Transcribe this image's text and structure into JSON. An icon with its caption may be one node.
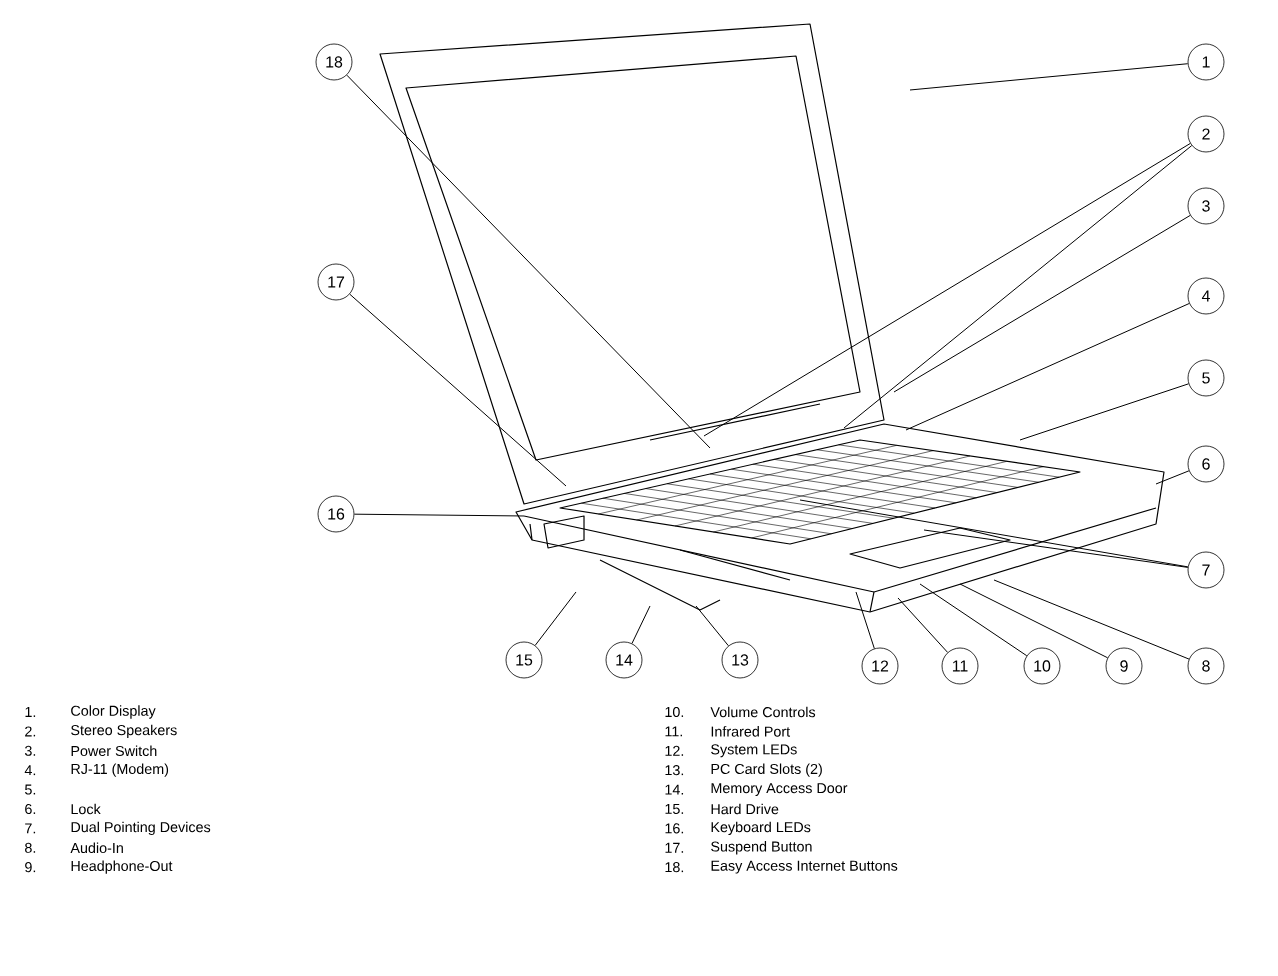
{
  "diagram": {
    "nodes": [
      {
        "text": [
          "1"
        ]
      },
      {
        "text": [
          "2"
        ]
      },
      {
        "text": [
          "3"
        ]
      },
      {
        "text": [
          "4"
        ]
      },
      {
        "text": [
          "5"
        ]
      },
      {
        "text": [
          "6"
        ]
      },
      {
        "text": [
          "7"
        ]
      },
      {
        "text": [
          "8"
        ]
      },
      {
        "text": [
          "9"
        ]
      },
      {
        "text": [
          "10"
        ]
      },
      {
        "text": [
          "11"
        ]
      },
      {
        "text": [
          "12"
        ]
      },
      {
        "text": [
          "13"
        ]
      },
      {
        "text": [
          "14"
        ]
      },
      {
        "text": [
          "15"
        ]
      },
      {
        "text": [
          "16"
        ]
      },
      {
        "text": [
          "17"
        ]
      },
      {
        "text": [
          "18"
        ]
      }
    ],
    "edges": [
      {
        "from": 0,
        "to": null,
        "arrow": "none"
      },
      {
        "from": 1,
        "to": null,
        "arrow": "none"
      },
      {
        "from": 1,
        "to": null,
        "arrow": "none"
      },
      {
        "from": 2,
        "to": null,
        "arrow": "none"
      },
      {
        "from": 3,
        "to": null,
        "arrow": "none"
      },
      {
        "from": 4,
        "to": null,
        "arrow": "none"
      },
      {
        "from": 5,
        "to": null,
        "arrow": "none"
      },
      {
        "from": 6,
        "to": null,
        "arrow": "none"
      },
      {
        "from": 6,
        "to": null,
        "arrow": "none"
      },
      {
        "from": 7,
        "to": null,
        "arrow": "none"
      },
      {
        "from": 8,
        "to": null,
        "arrow": "none"
      },
      {
        "from": 9,
        "to": null,
        "arrow": "none"
      },
      {
        "from": 10,
        "to": null,
        "arrow": "none"
      },
      {
        "from": 11,
        "to": null,
        "arrow": "none"
      },
      {
        "from": 12,
        "to": null,
        "arrow": "none"
      },
      {
        "from": 13,
        "to": null,
        "arrow": "none"
      },
      {
        "from": 14,
        "to": null,
        "arrow": "none"
      },
      {
        "from": 15,
        "to": null,
        "arrow": "none"
      },
      {
        "from": 16,
        "to": null,
        "arrow": "none"
      },
      {
        "from": 17,
        "to": null,
        "arrow": "none"
      }
    ],
    "labels": [
      "1.",
      "Color Display",
      "2.",
      "Stereo Speakers",
      "3.",
      "Power Switch",
      "4.",
      "RJ-11 (Modem)",
      "5.",
      "6.",
      "Lock",
      "7.",
      "Dual Pointing Devices",
      "8.",
      "Audio-In",
      "9.",
      "Headphone-Out",
      "10.",
      "Volume Controls",
      "11.",
      "Infrared Port",
      "12.",
      "System LEDs",
      "13.",
      "PC Card Slots (2)",
      "14.",
      "Memory Access Door",
      "15.",
      "Hard Drive",
      "16.",
      "Keyboard LEDs",
      "17.",
      "Suspend Button",
      "18.",
      "Easy Access Internet Buttons"
    ]
  }
}
